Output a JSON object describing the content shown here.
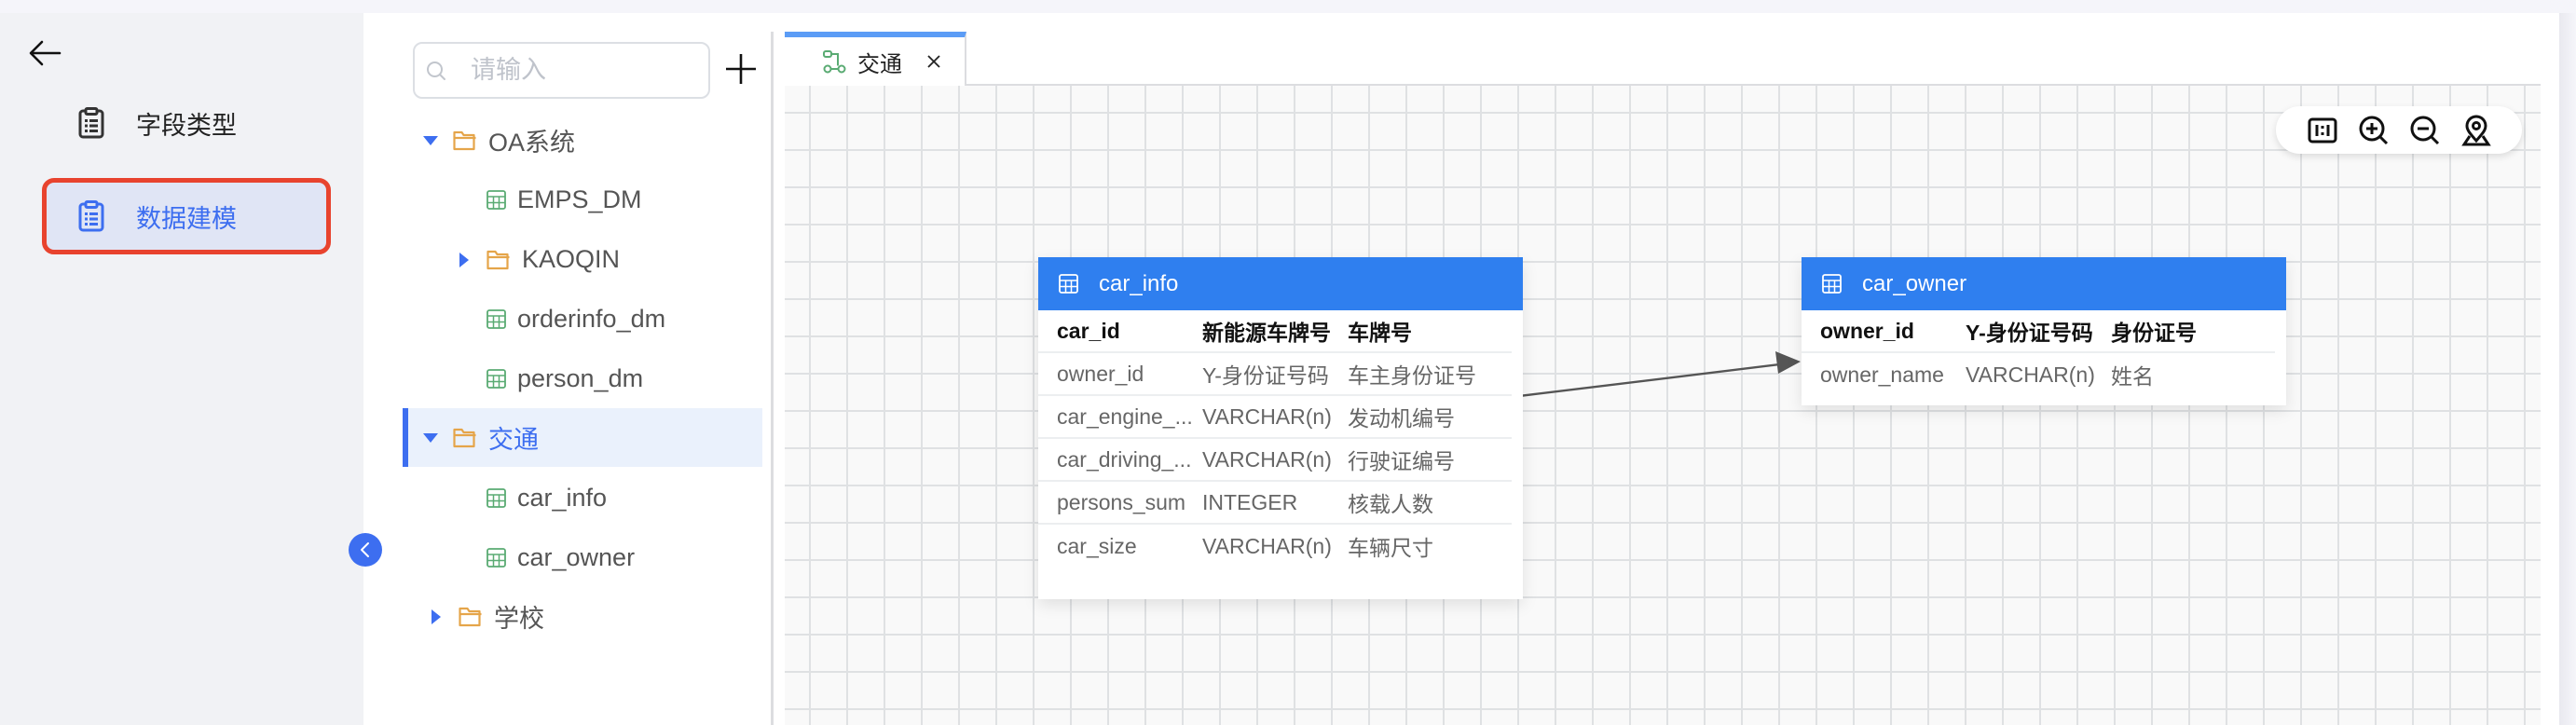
{
  "leftnav": {
    "back_icon": "arrow-left-icon",
    "items": [
      {
        "label": "字段类型",
        "icon": "clipboard-list-icon",
        "active": false
      },
      {
        "label": "数据建模",
        "icon": "clipboard-list-icon",
        "active": true
      }
    ]
  },
  "tree": {
    "search": {
      "placeholder": "请输入",
      "value": ""
    },
    "add_icon": "plus-icon",
    "collapse_icon": "chevron-left-icon",
    "items": [
      {
        "label": "OA系统",
        "type": "folder",
        "expanded": true,
        "level": 0
      },
      {
        "label": "EMPS_DM",
        "type": "table",
        "level": 1
      },
      {
        "label": "KAOQIN",
        "type": "folder",
        "expanded": false,
        "level": 1
      },
      {
        "label": "orderinfo_dm",
        "type": "table",
        "level": 1
      },
      {
        "label": "person_dm",
        "type": "table",
        "level": 1
      },
      {
        "label": "交通",
        "type": "folder",
        "expanded": true,
        "level": 0,
        "selected": true
      },
      {
        "label": "car_info",
        "type": "table",
        "level": 1
      },
      {
        "label": "car_owner",
        "type": "table",
        "level": 1
      },
      {
        "label": "学校",
        "type": "folder",
        "expanded": false,
        "level": 0
      }
    ]
  },
  "tabs": [
    {
      "label": "交通",
      "icon": "model-diagram-icon",
      "active": true,
      "close_icon": "close-icon"
    }
  ],
  "canvas_toolbar": [
    {
      "name": "actual-size",
      "icon": "one-to-one-icon"
    },
    {
      "name": "zoom-in",
      "icon": "zoom-in-icon"
    },
    {
      "name": "zoom-out",
      "icon": "zoom-out-icon"
    },
    {
      "name": "locate",
      "icon": "map-pin-icon"
    }
  ],
  "diagram": {
    "nodes": [
      {
        "title": "car_info",
        "rows": [
          {
            "name": "car_id",
            "type": "新能源车牌号",
            "comment": "车牌号",
            "pk": true
          },
          {
            "name": "owner_id",
            "type": "Y-身份证号码",
            "comment": "车主身份证号"
          },
          {
            "name": "car_engine_...",
            "type": "VARCHAR(n)",
            "comment": "发动机编号"
          },
          {
            "name": "car_driving_...",
            "type": "VARCHAR(n)",
            "comment": "行驶证编号"
          },
          {
            "name": "persons_sum",
            "type": "INTEGER",
            "comment": "核载人数"
          },
          {
            "name": "car_size",
            "type": "VARCHAR(n)",
            "comment": "车辆尺寸"
          }
        ]
      },
      {
        "title": "car_owner",
        "rows": [
          {
            "name": "owner_id",
            "type": "Y-身份证号码",
            "comment": "身份证号",
            "pk": true
          },
          {
            "name": "owner_name",
            "type": "VARCHAR(n)",
            "comment": "姓名"
          }
        ]
      }
    ],
    "edges": [
      {
        "from": "car_info.owner_id",
        "to": "car_owner.owner_id"
      }
    ]
  },
  "colors": {
    "primary": "#3d6ef0",
    "node_header": "#2f7fef",
    "tab_accent": "#5b9cf6",
    "highlight_outline": "#e8432e",
    "folder": "#e5a54a",
    "table_icon": "#5aab73"
  }
}
